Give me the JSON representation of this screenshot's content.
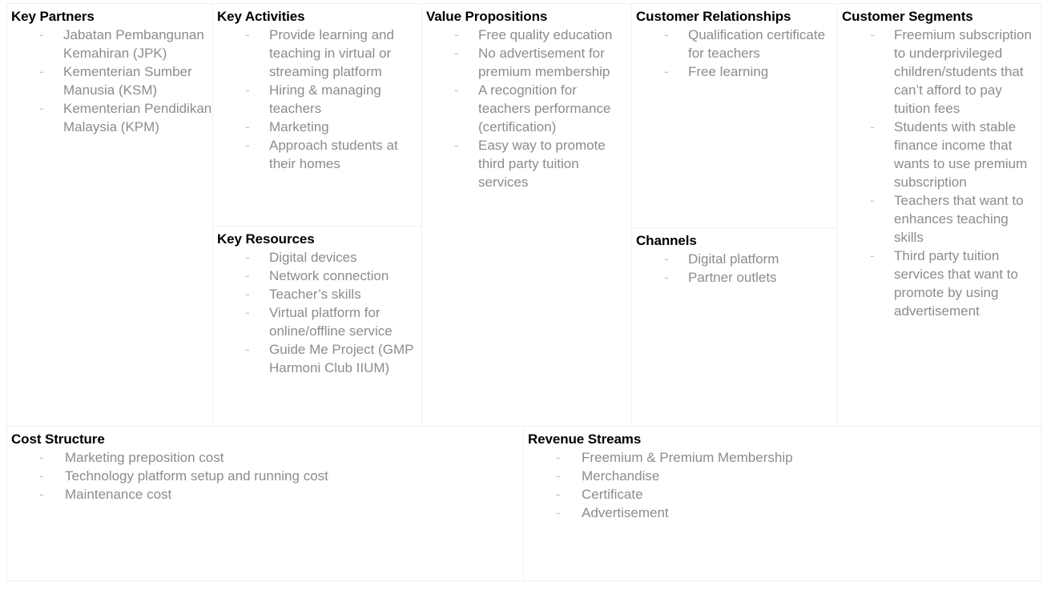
{
  "canvas": {
    "type": "business-model-canvas",
    "text_color": "#8c8c8c",
    "title_color": "#000000",
    "border_color": "#f0f0f0",
    "bullet_glyph": "-"
  },
  "blocks": {
    "key_partners": {
      "title": "Key Partners",
      "items": [
        "Jabatan Pembangunan Kemahiran (JPK)",
        "Kementerian Sumber Manusia (KSM)",
        "Kementerian Pendidikan Malaysia (KPM)"
      ]
    },
    "key_activities": {
      "title": "Key Activities",
      "items": [
        "Provide learning and teaching in virtual or streaming platform",
        "Hiring & managing teachers",
        "Marketing",
        "Approach students at their homes"
      ]
    },
    "key_resources": {
      "title": "Key Resources",
      "items": [
        "Digital devices",
        "Network connection",
        "Teacher’s skills",
        "Virtual platform for online/offline service",
        "Guide Me Project (GMP Harmoni Club IIUM)"
      ]
    },
    "value_propositions": {
      "title": "Value Propositions",
      "items": [
        "Free quality education",
        "No advertisement for premium membership",
        "A recognition for teachers performance (certification)",
        "Easy way to promote third party tuition services"
      ]
    },
    "customer_relationships": {
      "title": "Customer Relationships",
      "items": [
        "Qualification certificate for teachers",
        "Free learning"
      ]
    },
    "channels": {
      "title": "Channels",
      "items": [
        "Digital platform",
        "Partner outlets"
      ]
    },
    "customer_segments": {
      "title": "Customer Segments",
      "items": [
        "Freemium subscription to underprivileged children/students that can’t afford to pay tuition fees",
        "Students with stable finance income that wants to use premium subscription",
        "Teachers that want to enhances teaching skills",
        "Third party tuition services that want to promote by using advertisement"
      ]
    },
    "cost_structure": {
      "title": "Cost Structure",
      "items": [
        "Marketing preposition cost",
        "Technology platform setup and running cost",
        "Maintenance cost"
      ]
    },
    "revenue_streams": {
      "title": "Revenue Streams",
      "items": [
        "Freemium & Premium Membership",
        "Merchandise",
        "Certificate",
        "Advertisement"
      ]
    }
  }
}
